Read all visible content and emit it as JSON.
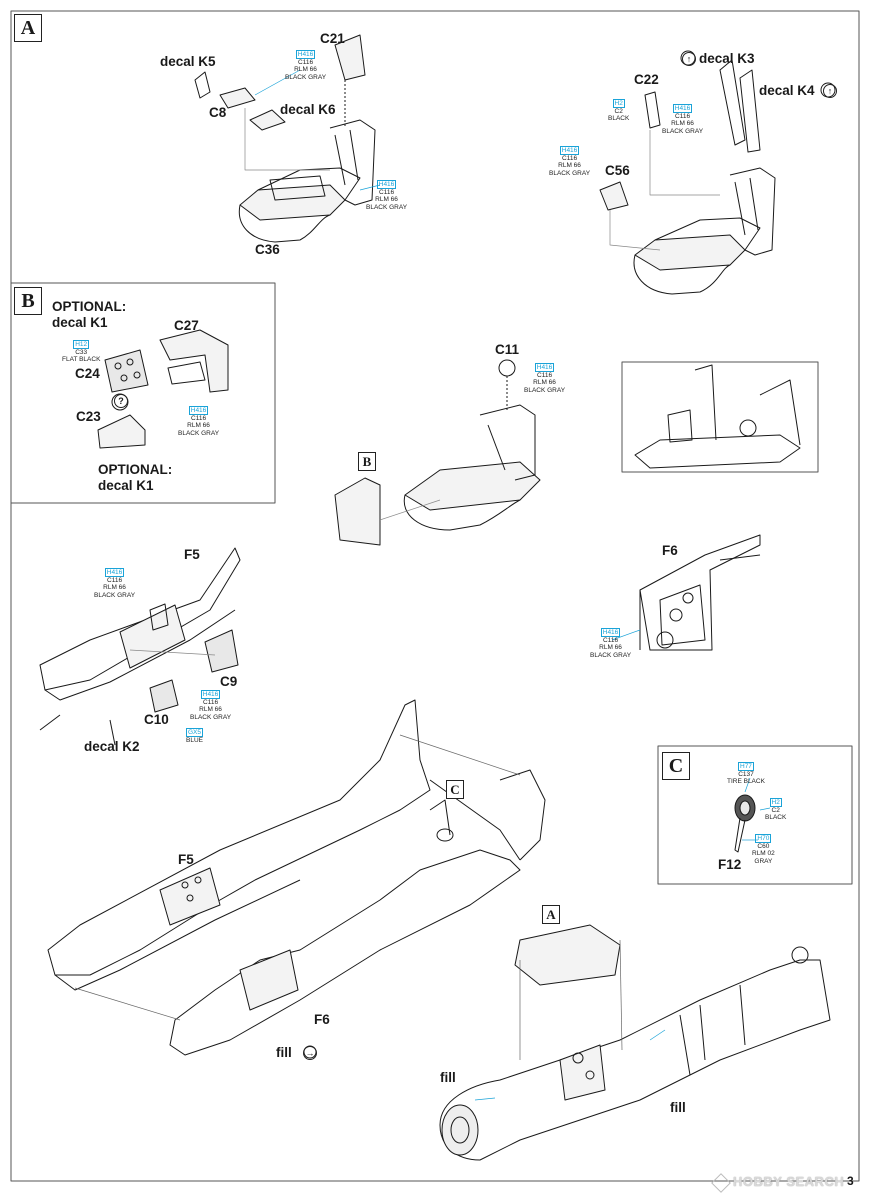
{
  "steps": {
    "a": {
      "letter": "A"
    },
    "b": {
      "letter": "B"
    },
    "c": {
      "letter": "C"
    },
    "ref_b": "B",
    "ref_c": "C",
    "ref_a": "A"
  },
  "parts": {
    "c21": "C21",
    "c8": "C8",
    "c36": "C36",
    "c22": "C22",
    "c56": "C56",
    "c27": "C27",
    "c24": "C24",
    "c23": "C23",
    "c11": "C11",
    "f5_top": "F5",
    "f6_top": "F6",
    "c9": "C9",
    "c10": "C10",
    "f5_bottom": "F5",
    "f6_bottom": "F6",
    "f12": "F12"
  },
  "decals": {
    "k5": "decal K5",
    "k6": "decal K6",
    "k3": "decal K3",
    "k4": "decal K4",
    "k2": "decal K2",
    "optional_1": "OPTIONAL:",
    "k1_1": "decal K1",
    "optional_2": "OPTIONAL:",
    "k1_2": "decal K1"
  },
  "notes": {
    "fill_1": "fill",
    "fill_2": "fill",
    "fill_3": "fill",
    "question": "?"
  },
  "callouts": [
    {
      "id": "c21",
      "code": "H416",
      "lines": [
        "C116",
        "RLM 66",
        "BLACK GRAY"
      ]
    },
    {
      "id": "c36",
      "code": "H416",
      "lines": [
        "C116",
        "RLM 66",
        "BLACK GRAY"
      ]
    },
    {
      "id": "c22",
      "code": "H2",
      "lines": [
        "C2",
        "BLACK"
      ]
    },
    {
      "id": "c22b",
      "code": "H416",
      "lines": [
        "C116",
        "RLM 66",
        "BLACK GRAY"
      ]
    },
    {
      "id": "c56",
      "code": "H416",
      "lines": [
        "C116",
        "RLM 66",
        "BLACK GRAY"
      ]
    },
    {
      "id": "c24",
      "code": "H12",
      "lines": [
        "C33",
        "FLAT BLACK"
      ]
    },
    {
      "id": "c27",
      "code": "H416",
      "lines": [
        "C116",
        "RLM 66",
        "BLACK GRAY"
      ]
    },
    {
      "id": "c11",
      "code": "H416",
      "lines": [
        "C116",
        "RLM 66",
        "BLACK GRAY"
      ]
    },
    {
      "id": "f5",
      "code": "H416",
      "lines": [
        "C116",
        "RLM 66",
        "BLACK GRAY"
      ]
    },
    {
      "id": "c10",
      "code": "H416",
      "lines": [
        "C116",
        "RLM 66",
        "BLACK GRAY"
      ]
    },
    {
      "id": "c10b",
      "code": "GX5",
      "lines": [
        "BLUE"
      ]
    },
    {
      "id": "f6",
      "code": "H416",
      "lines": [
        "C116",
        "RLM 66",
        "BLACK GRAY"
      ]
    },
    {
      "id": "tire",
      "code": "H77",
      "lines": [
        "C137",
        "TIRE BLACK"
      ]
    },
    {
      "id": "hub",
      "code": "H2",
      "lines": [
        "C2",
        "BLACK"
      ]
    },
    {
      "id": "leg",
      "code": "H70",
      "lines": [
        "C60",
        "RLM 02",
        "GRAY"
      ]
    }
  ],
  "watermark": "HOBBY SEARCH",
  "page_number": "3",
  "colors": {
    "callout": "#1aa3d8",
    "line": "#1a1a1a",
    "frame": "#555555"
  }
}
